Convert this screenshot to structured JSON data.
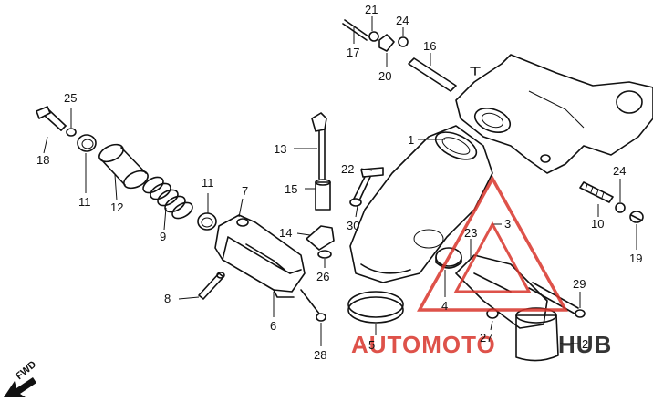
{
  "callouts": [
    {
      "id": "1",
      "label": "1"
    },
    {
      "id": "2",
      "label": "2"
    },
    {
      "id": "3",
      "label": "3"
    },
    {
      "id": "4",
      "label": "4"
    },
    {
      "id": "5",
      "label": "5"
    },
    {
      "id": "6",
      "label": "6"
    },
    {
      "id": "7",
      "label": "7"
    },
    {
      "id": "8",
      "label": "8"
    },
    {
      "id": "9",
      "label": "9"
    },
    {
      "id": "10",
      "label": "10"
    },
    {
      "id": "11a",
      "label": "11"
    },
    {
      "id": "11b",
      "label": "11"
    },
    {
      "id": "12",
      "label": "12"
    },
    {
      "id": "13",
      "label": "13"
    },
    {
      "id": "14",
      "label": "14"
    },
    {
      "id": "15",
      "label": "15"
    },
    {
      "id": "16",
      "label": "16"
    },
    {
      "id": "17",
      "label": "17"
    },
    {
      "id": "18",
      "label": "18"
    },
    {
      "id": "19",
      "label": "19"
    },
    {
      "id": "20",
      "label": "20"
    },
    {
      "id": "21",
      "label": "21"
    },
    {
      "id": "22",
      "label": "22"
    },
    {
      "id": "23",
      "label": "23"
    },
    {
      "id": "24a",
      "label": "24"
    },
    {
      "id": "24b",
      "label": "24"
    },
    {
      "id": "25",
      "label": "25"
    },
    {
      "id": "26",
      "label": "26"
    },
    {
      "id": "27",
      "label": "27"
    },
    {
      "id": "28",
      "label": "28"
    },
    {
      "id": "29",
      "label": "29"
    },
    {
      "id": "30",
      "label": "30"
    }
  ],
  "direction_marker": {
    "label": "FWD"
  },
  "watermark": {
    "text_a": "AUTOMOTO",
    "text_b": "HUB",
    "color": "#d9352b",
    "color_b": "#111111"
  }
}
